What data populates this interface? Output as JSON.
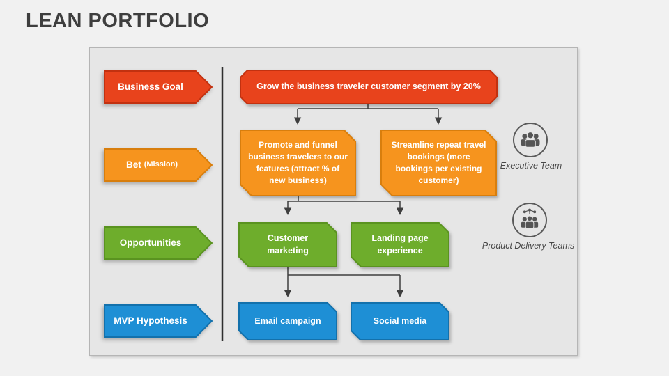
{
  "title": "LEAN PORTFOLIO",
  "colors": {
    "red": "#E8431C",
    "red_border": "#C23110",
    "orange": "#F6941E",
    "orange_border": "#D87E0D",
    "green": "#6EAD2C",
    "green_border": "#5A9320",
    "blue": "#1E8FD5",
    "blue_border": "#1371AC",
    "line": "#3F3F3F",
    "divider": "#2F2F2F",
    "icon": "#555555"
  },
  "rows": [
    {
      "label": "Business Goal",
      "sub": ""
    },
    {
      "label": "Bet",
      "sub": "(Mission)"
    },
    {
      "label": "Opportunities",
      "sub": ""
    },
    {
      "label": "MVP Hypothesis",
      "sub": ""
    }
  ],
  "flow": {
    "goal": "Grow the business traveler customer segment by 20%",
    "bets": [
      "Promote and funnel business travelers to our features (attract % of new business)",
      "Streamline repeat travel bookings (more bookings per existing customer)"
    ],
    "opportunities": [
      "Customer marketing",
      "Landing page experience"
    ],
    "mvp_hypotheses": [
      "Email campaign",
      "Social media"
    ]
  },
  "teams": [
    {
      "label": "Executive Team",
      "icon": "executive-team-icon"
    },
    {
      "label": "Product Delivery Teams",
      "icon": "product-delivery-teams-icon"
    }
  ]
}
